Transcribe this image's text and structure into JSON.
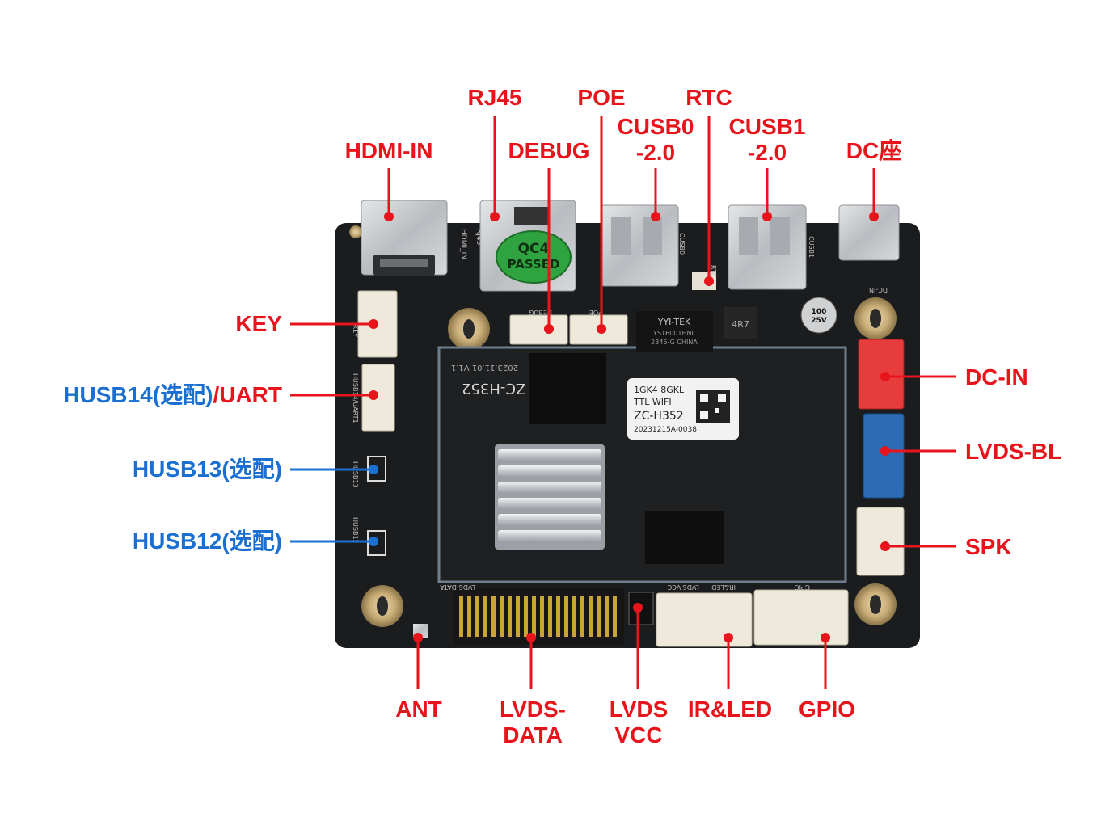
{
  "colors": {
    "callout_red": "#e8141c",
    "callout_blue": "#1a6fd1",
    "board": "#1b1c1e"
  },
  "labels": {
    "top": {
      "hdmi_in": "HDMI-IN",
      "rj45": "RJ45",
      "debug": "DEBUG",
      "poe": "POE",
      "cusb0_line1": "CUSB0",
      "cusb0_line2": "-2.0",
      "rtc": "RTC",
      "cusb1_line1": "CUSB1",
      "cusb1_line2": "-2.0",
      "dc_socket": "DC座"
    },
    "left": {
      "key": "KEY",
      "husb14": "HUSB14(选配)",
      "uart": "/UART",
      "husb13": "HUSB13(选配)",
      "husb12": "HUSB12(选配)"
    },
    "right": {
      "dc_in": "DC-IN",
      "lvds_bl": "LVDS-BL",
      "spk": "SPK"
    },
    "bottom": {
      "ant": "ANT",
      "lvds_data_line1": "LVDS-",
      "lvds_data_line2": "DATA",
      "lvds_vcc_line1": "LVDS",
      "lvds_vcc_line2": "VCC",
      "ir_led": "IR&LED",
      "gpio": "GPIO"
    }
  },
  "board_print": {
    "qc_line1": "QC4",
    "qc_line2": "PASSED",
    "module_line1": "1GK4 8GKL",
    "module_line2": "TTL WIFI",
    "module_line3": "ZC-H352",
    "module_line4": "20231215A-0038",
    "core_name": "ZC-H352",
    "core_version": "2023.11.01 V1.1",
    "inductor": "4R7",
    "cap_line1": "100",
    "cap_line2": "25V",
    "eth_chip_line1": "YYI-TEK",
    "eth_chip_line2": "YS16001HNL",
    "eth_chip_line3": "2346-G CHINA",
    "silk_hdmi": "HDMI_IN",
    "silk_rj45": "RJ45",
    "silk_debug": "DEBUG",
    "silk_poe": "POE",
    "silk_cusb0": "CUSB0",
    "silk_cusb1": "CUSB1",
    "silk_rtc": "RTC",
    "silk_dcin": "DC-IN",
    "silk_key": "KEY",
    "silk_husb14": "HUSB14/UART1",
    "silk_husb13": "HUSB13",
    "silk_husb12": "HUSB12",
    "silk_lvds_data": "LVDS-DATA",
    "silk_lvds_vcc": "LVDS-VCC",
    "silk_irled": "IR&LED",
    "silk_gpio": "GPIO"
  }
}
